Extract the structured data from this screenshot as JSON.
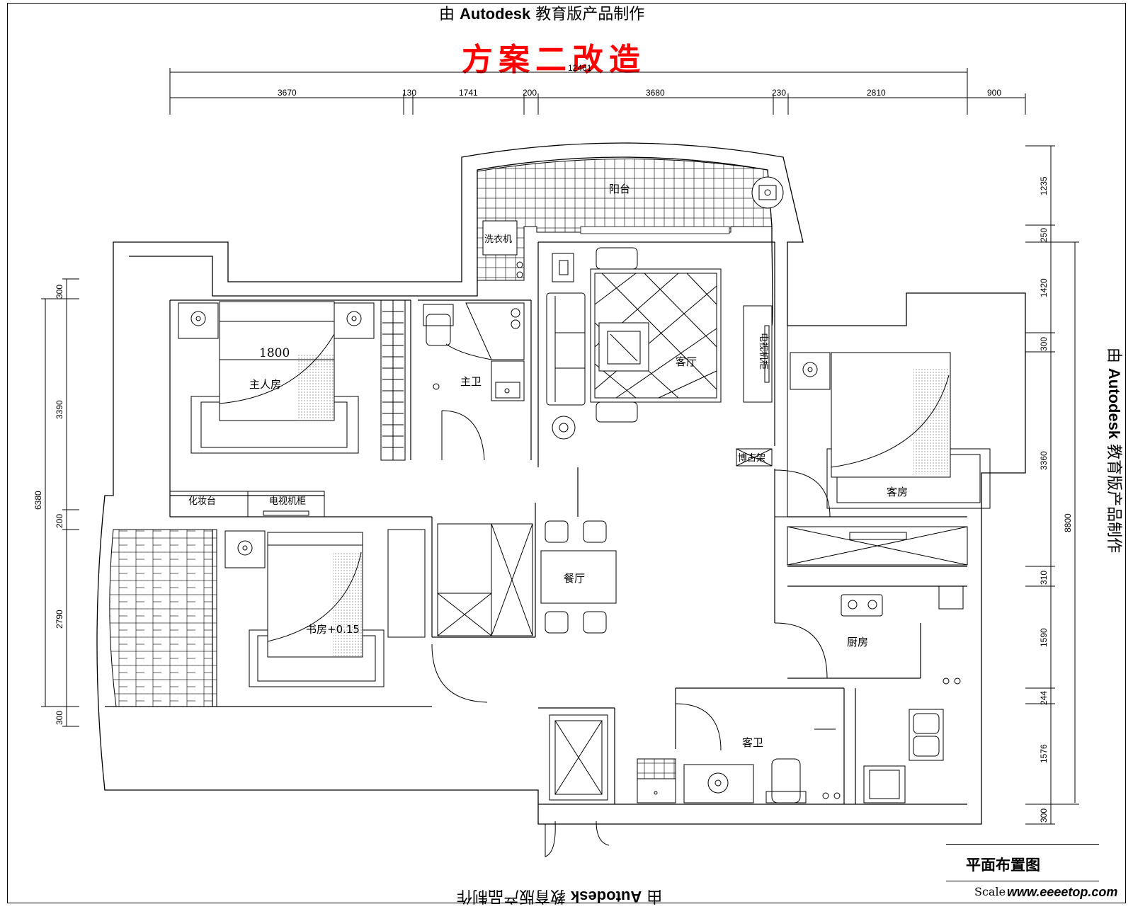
{
  "watermark": {
    "prefix": "由",
    "brand": "Autodesk",
    "suffix": "教育版产品制作"
  },
  "plan_title": "方案二改造",
  "overall_dim": "12461",
  "top_dims": [
    "3670",
    "130",
    "1741",
    "200",
    "3680",
    "230",
    "2810",
    "900"
  ],
  "right_dims": [
    "1235",
    "250",
    "1420",
    "300",
    "3360",
    "310",
    "1590",
    "244",
    "1576",
    "300"
  ],
  "right_total": "8800",
  "left_dims": [
    "300",
    "3390",
    "200",
    "2790",
    "300"
  ],
  "left_total": "6380",
  "rooms": {
    "balcony": "阳台",
    "washer": "洗衣机",
    "master_bed_width": "1800",
    "master_bedroom": "主人房",
    "master_bath": "主卫",
    "living": "客厅",
    "tv_cabinet_living": "电视机柜",
    "shelf": "博古架",
    "guest_room": "客房",
    "dresser": "化妆台",
    "tv_cabinet_bed": "电视机柜",
    "study_room": "书房+0.15",
    "dining": "餐厅",
    "kitchen": "厨房",
    "guest_bath": "客卫"
  },
  "title_block": {
    "title": "平面布置图",
    "scale": "Scale"
  },
  "site_mark": "www.eeeetop.com"
}
